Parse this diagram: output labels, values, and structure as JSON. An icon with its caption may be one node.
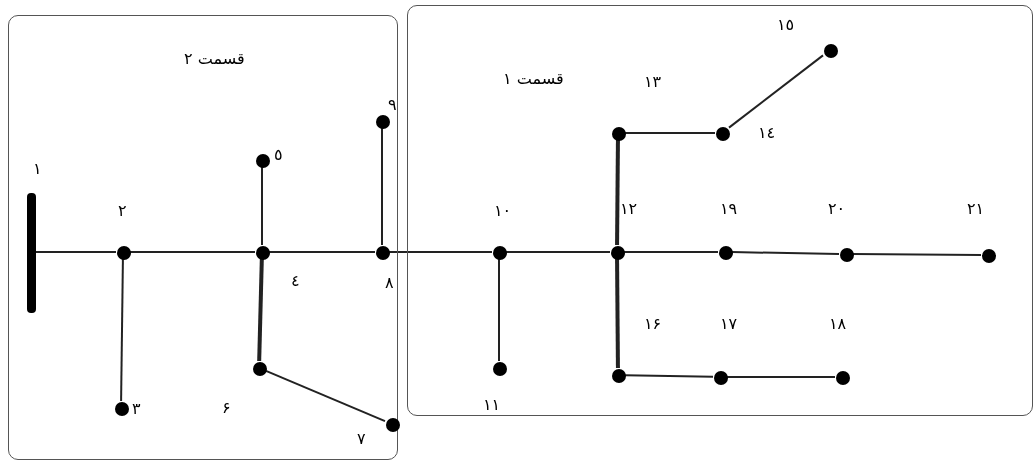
{
  "diagram": {
    "nodes": [
      {
        "text": [
          "قسمت ۲"
        ]
      },
      {
        "text": [
          "قسمت ۱"
        ]
      },
      {
        "text": [],
        "shape": "bar",
        "in": 0,
        "beside": [
          "۱"
        ]
      },
      {
        "text": [],
        "shape": "circle",
        "in": 0,
        "beside": [
          "۲"
        ]
      },
      {
        "text": [],
        "shape": "circle",
        "in": 0,
        "beside": [
          "۳"
        ]
      },
      {
        "text": [],
        "shape": "circle",
        "in": 0,
        "beside": [
          "٤"
        ]
      },
      {
        "text": [],
        "shape": "circle",
        "in": 0,
        "beside": [
          "٥"
        ]
      },
      {
        "text": [],
        "shape": "circle",
        "in": 0,
        "beside": [
          "۶"
        ]
      },
      {
        "text": [],
        "shape": "circle",
        "in": 0,
        "beside": [
          "۷"
        ]
      },
      {
        "text": [],
        "shape": "circle",
        "in": 0,
        "beside": [
          "۸"
        ]
      },
      {
        "text": [],
        "shape": "circle",
        "in": 0,
        "beside": [
          "۹"
        ]
      },
      {
        "text": [],
        "shape": "circle",
        "in": 1,
        "beside": [
          "۱۰"
        ]
      },
      {
        "text": [],
        "shape": "circle",
        "in": 1,
        "beside": [
          "۱۱"
        ]
      },
      {
        "text": [],
        "shape": "circle",
        "in": 1,
        "beside": [
          "۱۲"
        ]
      },
      {
        "text": [],
        "shape": "circle",
        "in": 1,
        "beside": [
          "۱۳"
        ]
      },
      {
        "text": [],
        "shape": "circle",
        "in": 1,
        "beside": [
          "۱٤"
        ]
      },
      {
        "text": [],
        "shape": "circle",
        "in": 1,
        "beside": [
          "۱٥"
        ]
      },
      {
        "text": [],
        "shape": "circle",
        "in": 1,
        "beside": [
          "۱۶"
        ]
      },
      {
        "text": [],
        "shape": "circle",
        "in": 1,
        "beside": [
          "۱۷"
        ]
      },
      {
        "text": [],
        "shape": "circle",
        "in": 1,
        "beside": [
          "۱۸"
        ]
      },
      {
        "text": [],
        "shape": "circle",
        "in": 1,
        "beside": [
          "۱۹"
        ]
      },
      {
        "text": [],
        "shape": "circle",
        "in": 1,
        "beside": [
          "۲۰"
        ]
      },
      {
        "text": [],
        "shape": "circle",
        "in": 1,
        "beside": [
          "۲۱"
        ]
      }
    ],
    "edges": [
      {
        "from": 2,
        "to": 3,
        "arrow": "none"
      },
      {
        "from": 3,
        "to": 4,
        "arrow": "none"
      },
      {
        "from": 3,
        "to": 5,
        "arrow": "none"
      },
      {
        "from": 5,
        "to": 6,
        "arrow": "none"
      },
      {
        "from": 5,
        "to": 7,
        "arrow": "none",
        "style": "thick"
      },
      {
        "from": 7,
        "to": 8,
        "arrow": "none"
      },
      {
        "from": 5,
        "to": 9,
        "arrow": "none"
      },
      {
        "from": 9,
        "to": 10,
        "arrow": "none"
      },
      {
        "from": 9,
        "to": 11,
        "arrow": "none"
      },
      {
        "from": 11,
        "to": 12,
        "arrow": "none"
      },
      {
        "from": 11,
        "to": 13,
        "arrow": "none"
      },
      {
        "from": 13,
        "to": 14,
        "arrow": "none",
        "style": "thick"
      },
      {
        "from": 14,
        "to": 15,
        "arrow": "none"
      },
      {
        "from": 15,
        "to": 16,
        "arrow": "none"
      },
      {
        "from": 13,
        "to": 20,
        "arrow": "none"
      },
      {
        "from": 20,
        "to": 21,
        "arrow": "none"
      },
      {
        "from": 21,
        "to": 22,
        "arrow": "none"
      },
      {
        "from": 13,
        "to": 17,
        "arrow": "none",
        "style": "thick"
      },
      {
        "from": 17,
        "to": 18,
        "arrow": "none"
      },
      {
        "from": 18,
        "to": 19,
        "arrow": "none"
      }
    ]
  }
}
